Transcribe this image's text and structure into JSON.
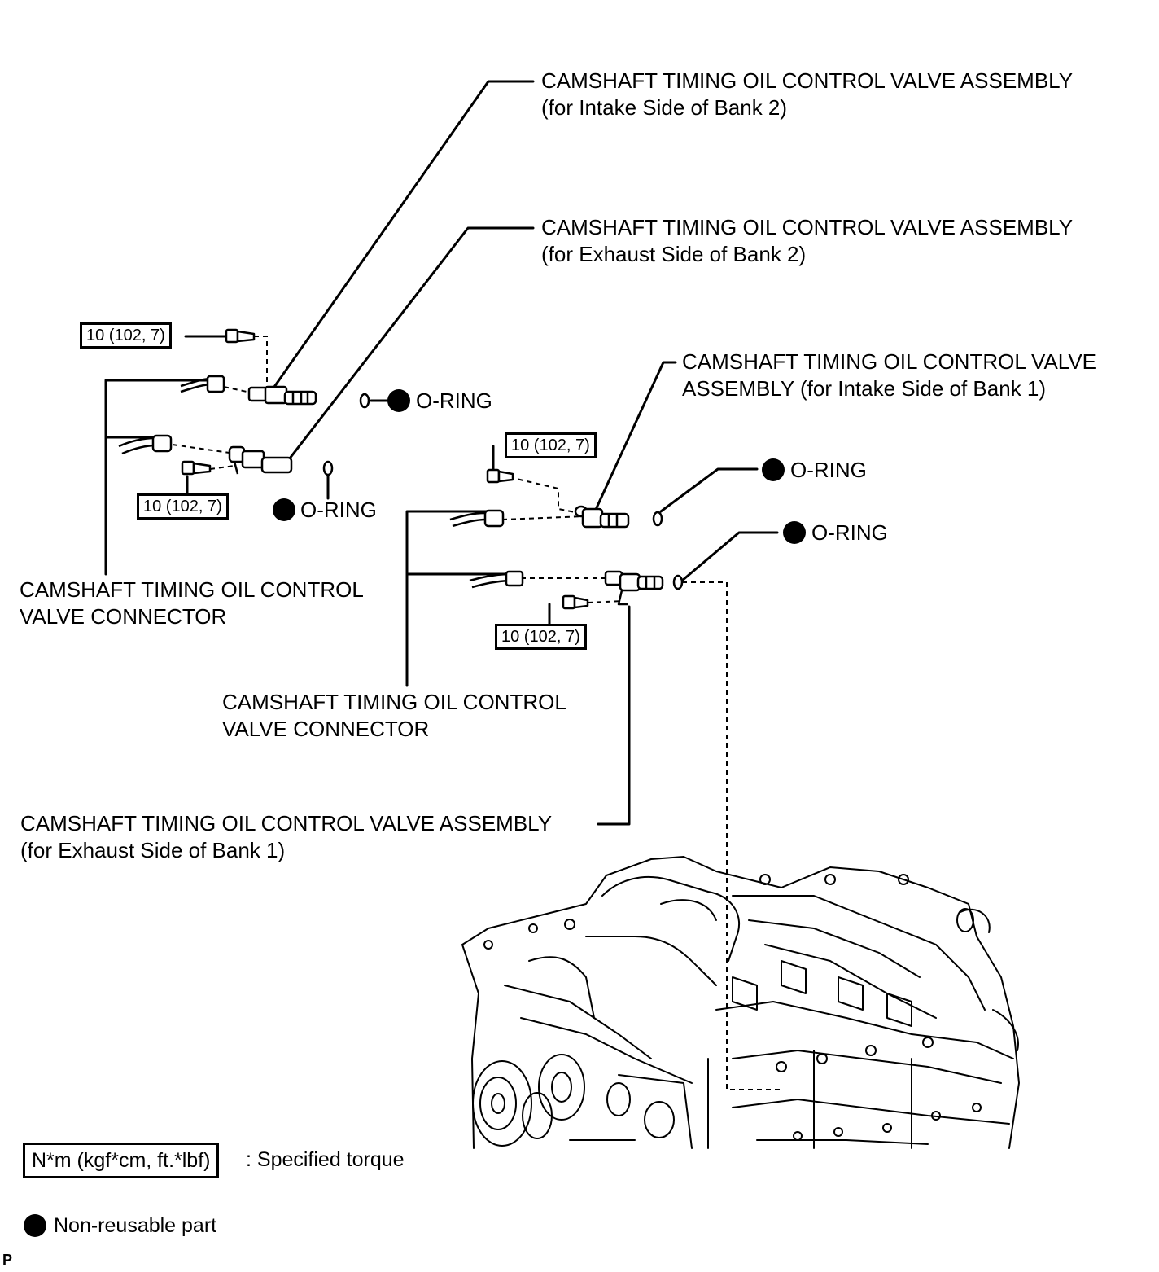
{
  "labels": {
    "intake_bank2": {
      "line1": "CAMSHAFT TIMING OIL CONTROL VALVE ASSEMBLY",
      "line2": "(for Intake Side of Bank 2)"
    },
    "exhaust_bank2": {
      "line1": "CAMSHAFT TIMING OIL CONTROL VALVE ASSEMBLY",
      "line2": "(for Exhaust Side of Bank 2)"
    },
    "intake_bank1": {
      "line1": "CAMSHAFT TIMING OIL CONTROL VALVE",
      "line2": "ASSEMBLY (for Intake Side of Bank 1)"
    },
    "exhaust_bank1": {
      "line1": "CAMSHAFT TIMING OIL CONTROL VALVE ASSEMBLY",
      "line2": "(for Exhaust Side of Bank 1)"
    },
    "connector_bank2": {
      "line1": "CAMSHAFT TIMING OIL CONTROL",
      "line2": "VALVE CONNECTOR"
    },
    "connector_bank1": {
      "line1": "CAMSHAFT TIMING OIL CONTROL",
      "line2": "VALVE CONNECTOR"
    },
    "oring": "O-RING"
  },
  "torque_specs": [
    "10 (102, 7)",
    "10 (102, 7)",
    "10 (102, 7)",
    "10 (102, 7)"
  ],
  "legend": {
    "torque_unit": "N*m (kgf*cm, ft.*lbf)",
    "torque_desc": ": Specified torque",
    "non_reusable": "Non-reusable part"
  },
  "corner_mark": "P",
  "colors": {
    "ink": "#000000",
    "paper": "#ffffff"
  }
}
